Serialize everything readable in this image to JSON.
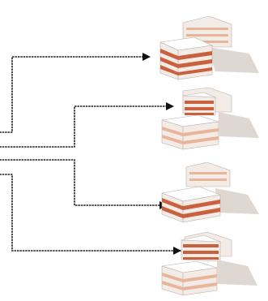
{
  "diagram": {
    "connector_style": "dotted",
    "connector_color": "#1a1a1a",
    "arrowhead_color": "#111111",
    "connectors": [
      {
        "id": "1",
        "target": "building-1",
        "highlight": "upper-block"
      },
      {
        "id": "2",
        "target": "building-2",
        "highlight": "top-block"
      },
      {
        "id": "3",
        "target": "building-3",
        "highlight": "lower-block"
      },
      {
        "id": "4",
        "target": "building-4",
        "highlight": "top-block"
      }
    ],
    "palette": {
      "stripe": "#c9613f",
      "stripe_light": "#e9b49a",
      "wall": "#f3ebe6",
      "roof": "#ffffff",
      "shadow": "#dfd8d2",
      "glass": "#d9d4cf",
      "outline": "#b9b0aa"
    }
  }
}
